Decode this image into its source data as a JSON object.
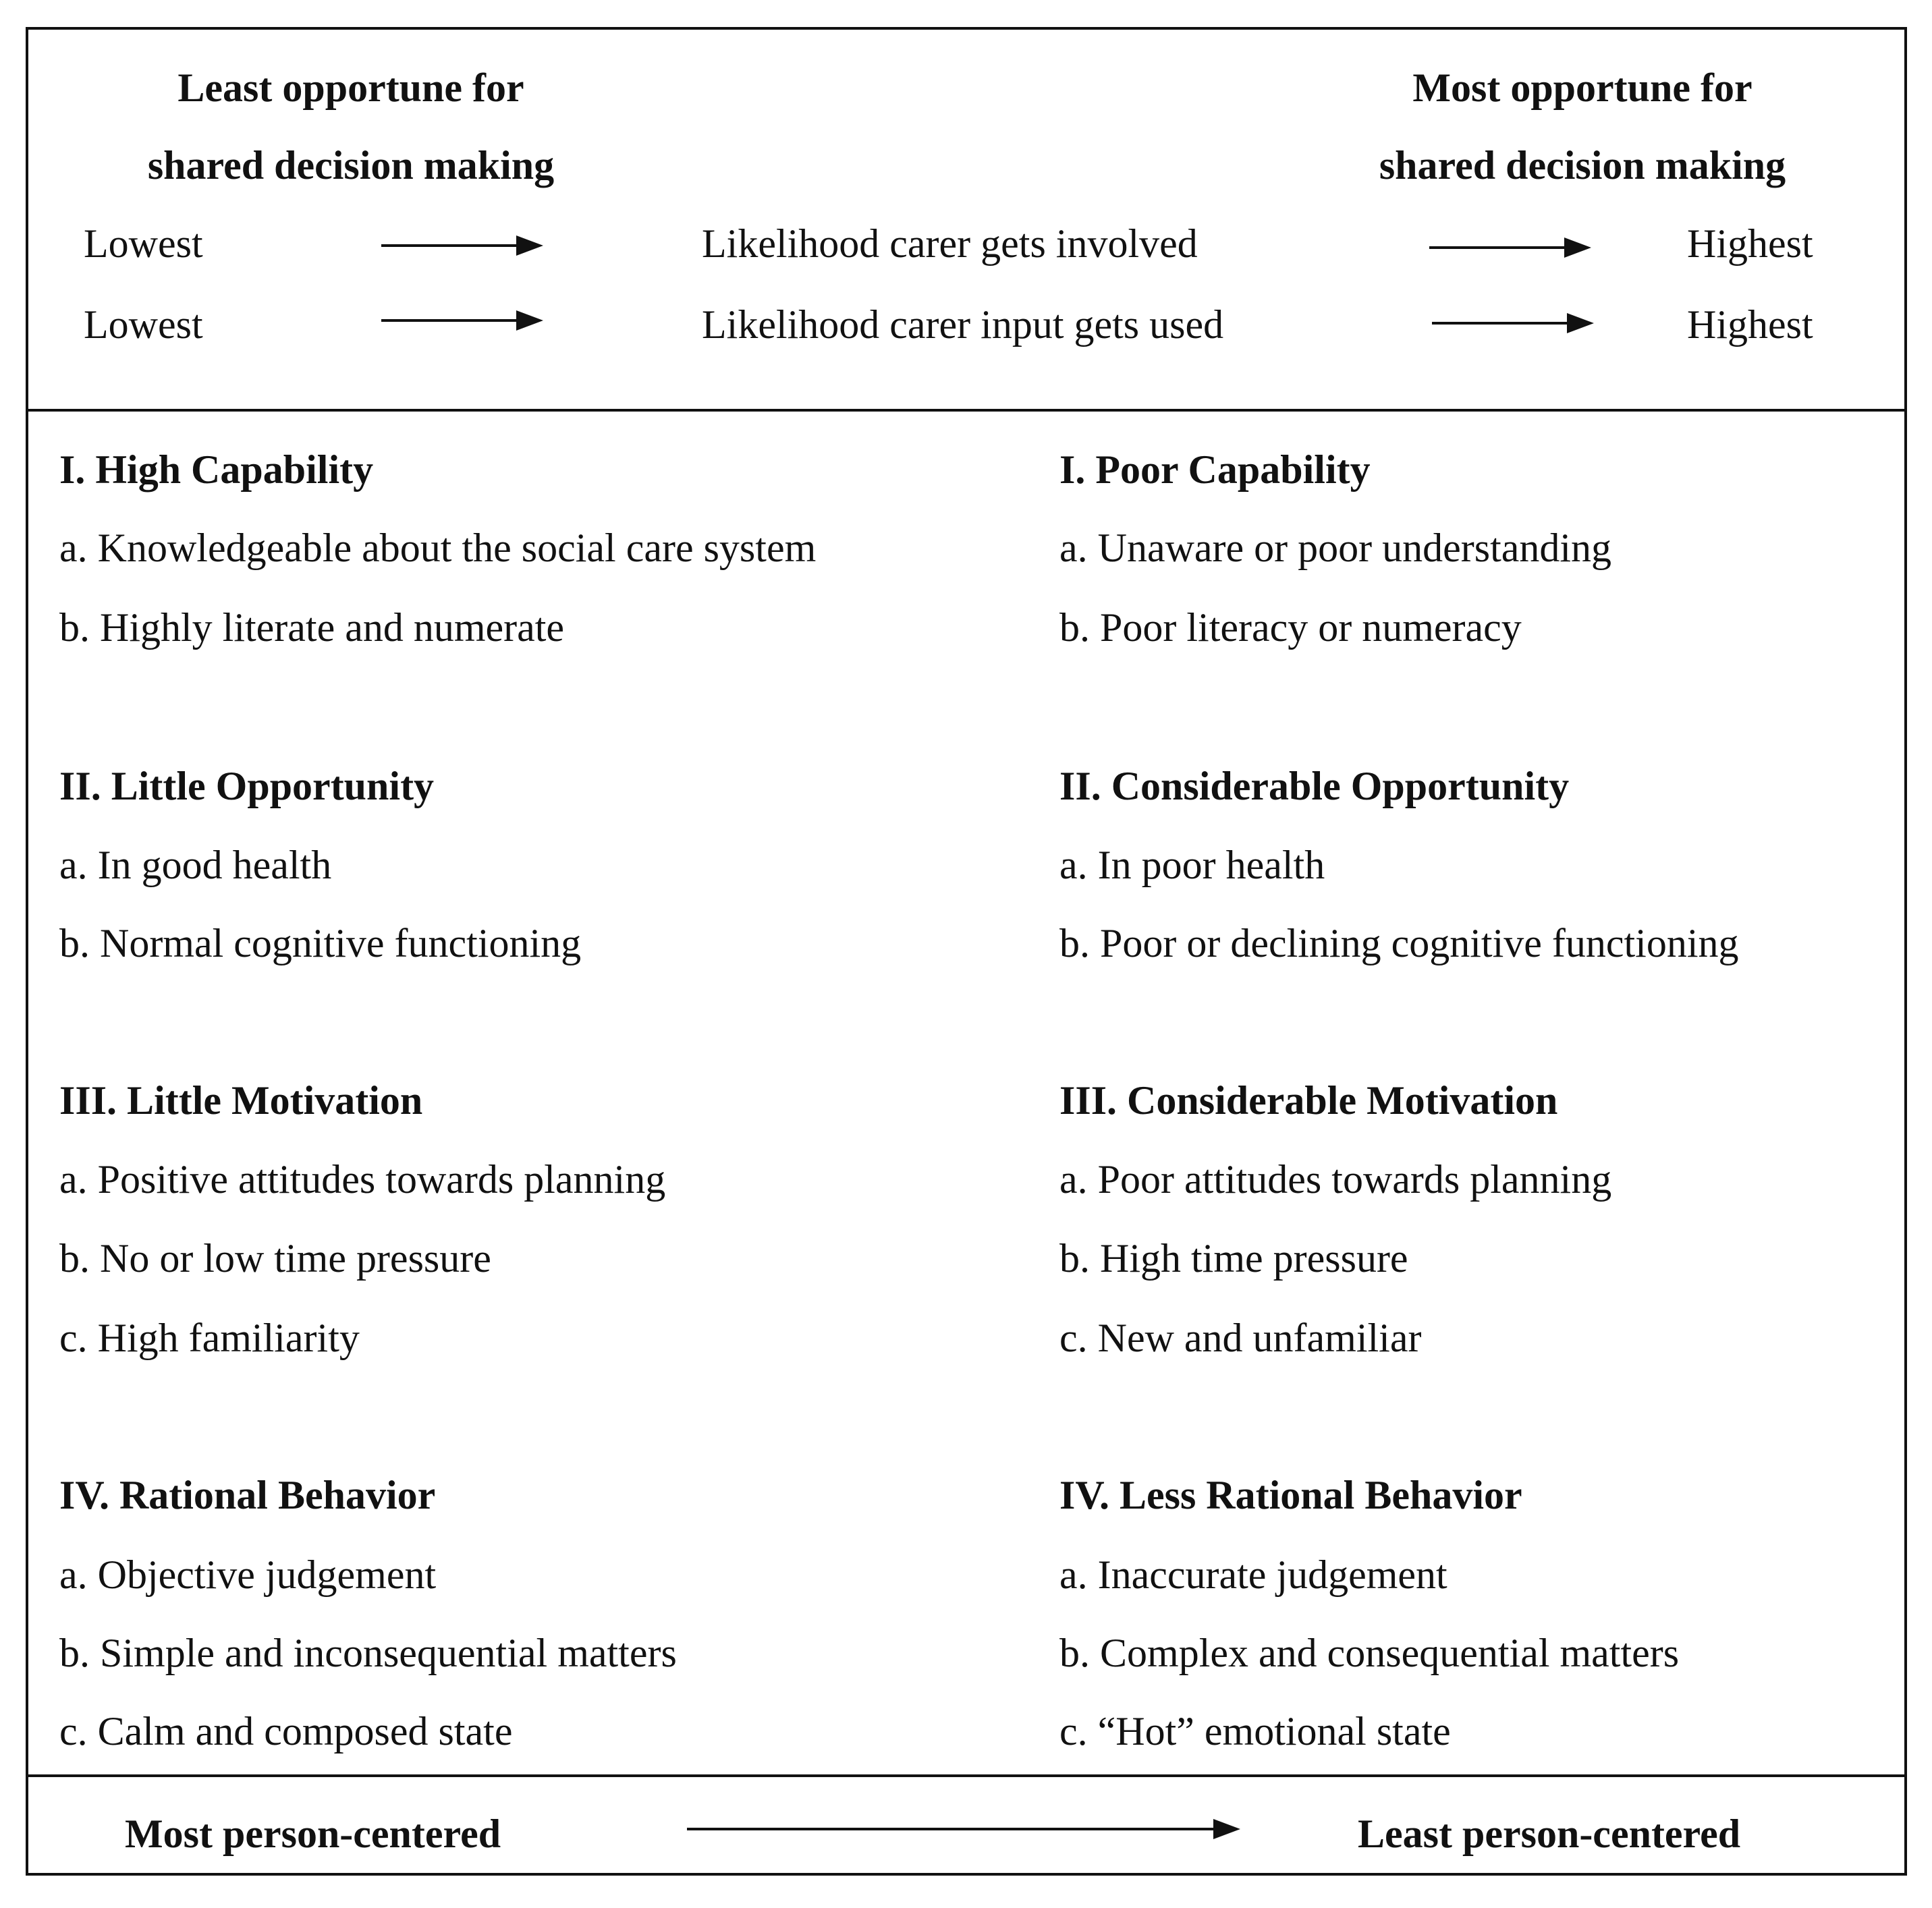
{
  "header": {
    "left_title": [
      "Least opportune for",
      "shared decision making"
    ],
    "right_title": [
      "Most opportune for",
      "shared decision making"
    ],
    "rows": [
      {
        "low": "Lowest",
        "label": "Likelihood carer gets involved",
        "high": "Highest"
      },
      {
        "low": "Lowest",
        "label": "Likelihood carer input gets used",
        "high": "Highest"
      }
    ]
  },
  "left_column": [
    {
      "heading": "I. High Capability",
      "items": [
        "a. Knowledgeable about the social care system",
        "b. Highly literate and numerate"
      ]
    },
    {
      "heading": "II. Little Opportunity",
      "items": [
        "a. In good health",
        "b. Normal cognitive functioning"
      ]
    },
    {
      "heading": "III. Little Motivation",
      "items": [
        "a. Positive attitudes towards planning",
        "b. No or low time pressure",
        "c. High familiarity"
      ]
    },
    {
      "heading": "IV. Rational Behavior",
      "items": [
        "a. Objective judgement",
        "b. Simple and inconsequential matters",
        "c. Calm and composed state"
      ]
    }
  ],
  "right_column": [
    {
      "heading": "I. Poor Capability",
      "items": [
        "a. Unaware or poor understanding",
        "b. Poor literacy or numeracy"
      ]
    },
    {
      "heading": "II.  Considerable Opportunity",
      "items": [
        "a. In poor health",
        "b. Poor or declining cognitive functioning"
      ]
    },
    {
      "heading": "III.  Considerable Motivation",
      "items": [
        "a. Poor attitudes towards planning",
        "b. High time pressure",
        "c. New and unfamiliar"
      ]
    },
    {
      "heading": "IV. Less Rational Behavior",
      "items": [
        "a. Inaccurate judgement",
        "b. Complex and consequential matters",
        "c. “Hot” emotional state"
      ]
    }
  ],
  "footer": {
    "left": "Most person-centered",
    "right": "Least person-centered"
  }
}
